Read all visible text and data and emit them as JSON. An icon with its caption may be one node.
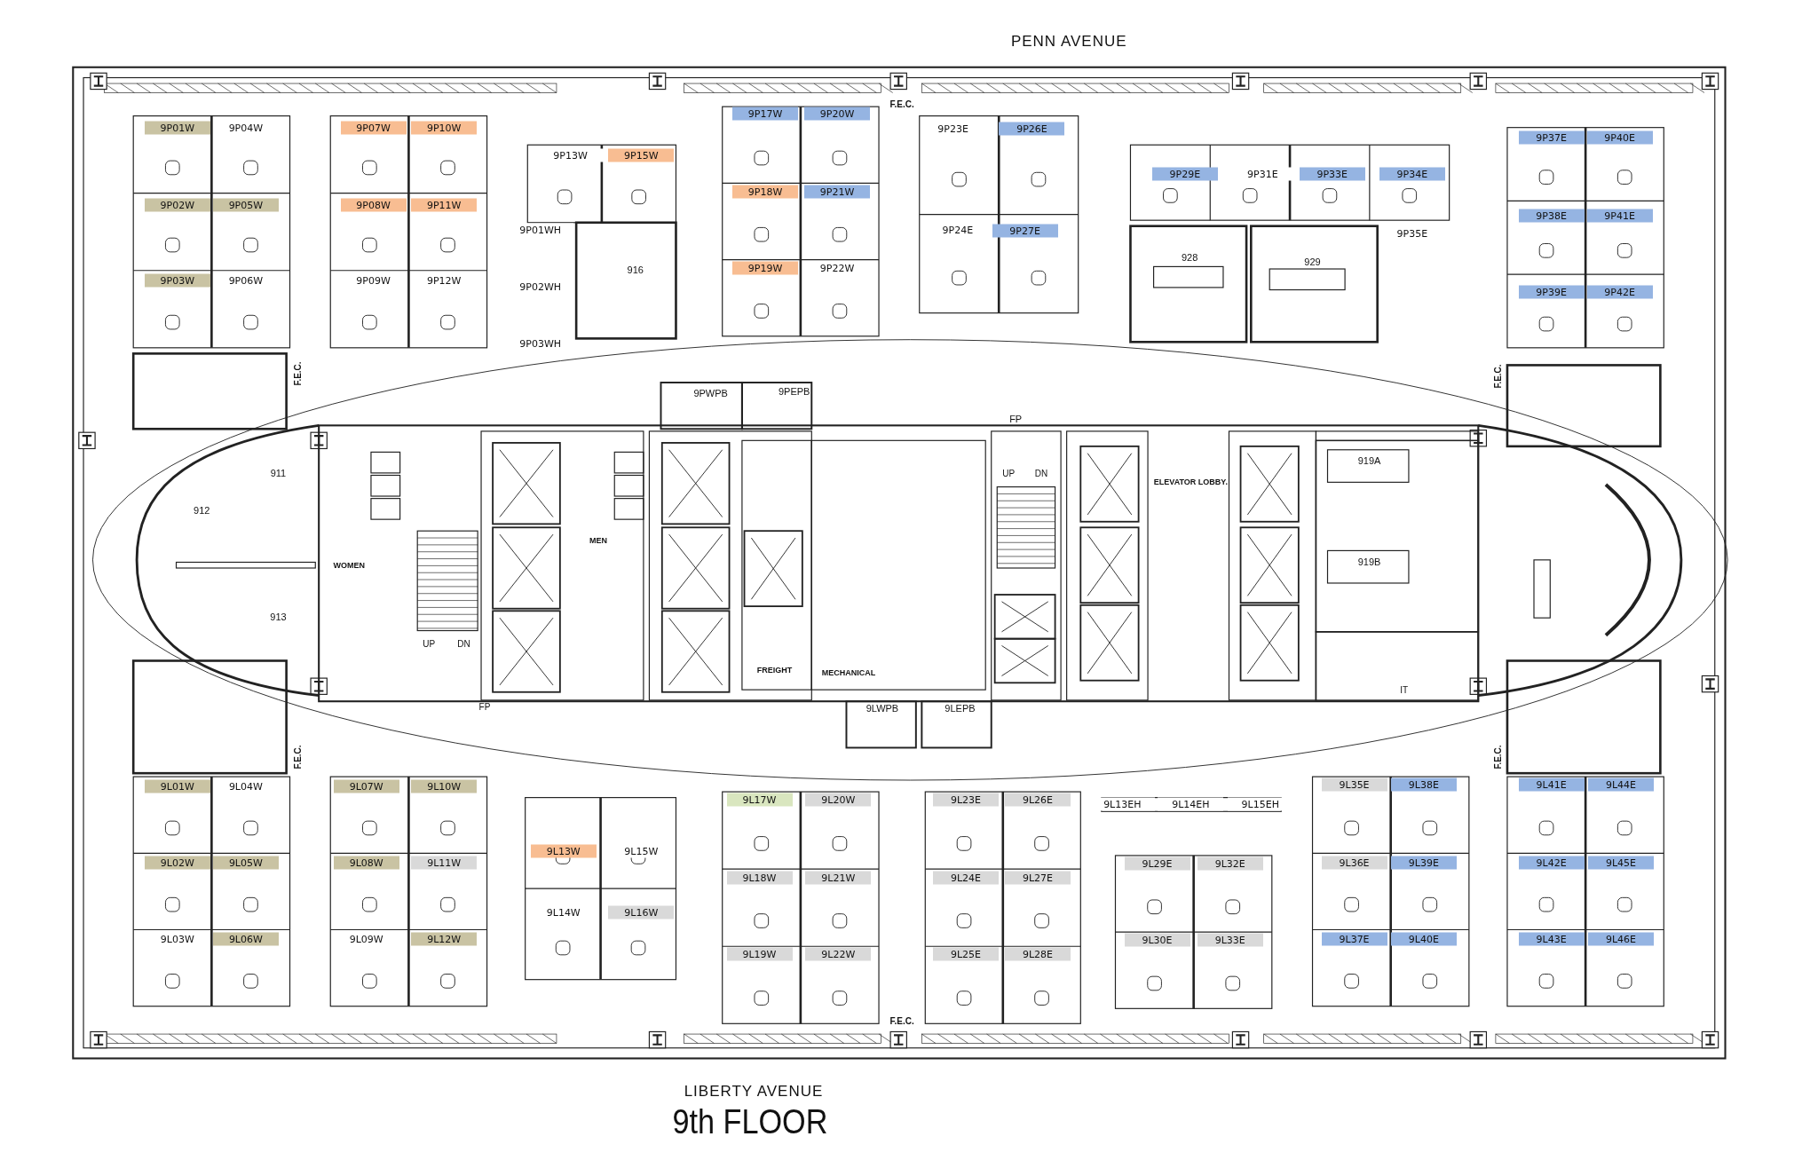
{
  "diagram": {
    "title": "9th FLOOR",
    "labels": [
      "PENN AVENUE",
      "F.E.C.",
      "9P01W",
      "9P04W",
      "9P07W",
      "9P10W",
      "9P17W",
      "9P20W",
      "9P23E",
      "9P26E",
      "9P37E",
      "9P40E",
      "9P13W",
      "9P15W",
      "9P29E",
      "9P31E",
      "9P33E",
      "9P34E",
      "9P02W",
      "9P05W",
      "9P08W",
      "9P11W",
      "9P18W",
      "9P21W",
      "9P38E",
      "9P41E",
      "9P01WH",
      "9P24E",
      "9P27E",
      "9P35E",
      "928",
      "929",
      "916",
      "9P03W",
      "9P06W",
      "9P09W",
      "9P12W",
      "9P19W",
      "9P22W",
      "9P02WH",
      "9P39E",
      "9P42E",
      "9P03WH",
      "F.E.C.",
      "F.E.C.",
      "9PWPB",
      "9PEPB",
      "FP",
      "919A",
      "911",
      "UP",
      "DN",
      "ELEVATOR LOBBY.",
      "912",
      "MEN",
      "919B",
      "WOMEN",
      "913",
      "UP",
      "DN",
      "FREIGHT",
      "MECHANICAL",
      "IT",
      "FP",
      "9LWPB",
      "9LEPB",
      "F.E.C.",
      "F.E.C.",
      "9L01W",
      "9L04W",
      "9L07W",
      "9L10W",
      "9L35E",
      "9L38E",
      "9L41E",
      "9L44E",
      "9L17W",
      "9L20W",
      "9L23E",
      "9L26E",
      "9L13EH",
      "9L14EH",
      "9L15EH",
      "9L13W",
      "9L15W",
      "9L02W",
      "9L05W",
      "9L08W",
      "9L11W",
      "9L29E",
      "9L32E",
      "9L36E",
      "9L39E",
      "9L42E",
      "9L45E",
      "9L18W",
      "9L21W",
      "9L24E",
      "9L27E",
      "9L14W",
      "9L16W",
      "9L03W",
      "9L06W",
      "9L09W",
      "9L12W",
      "9L30E",
      "9L33E",
      "9L37E",
      "9L40E",
      "9L43E",
      "9L46E",
      "9L19W",
      "9L22W",
      "9L25E",
      "9L28E",
      "F.E.C.",
      "LIBERTY AVENUE"
    ]
  }
}
